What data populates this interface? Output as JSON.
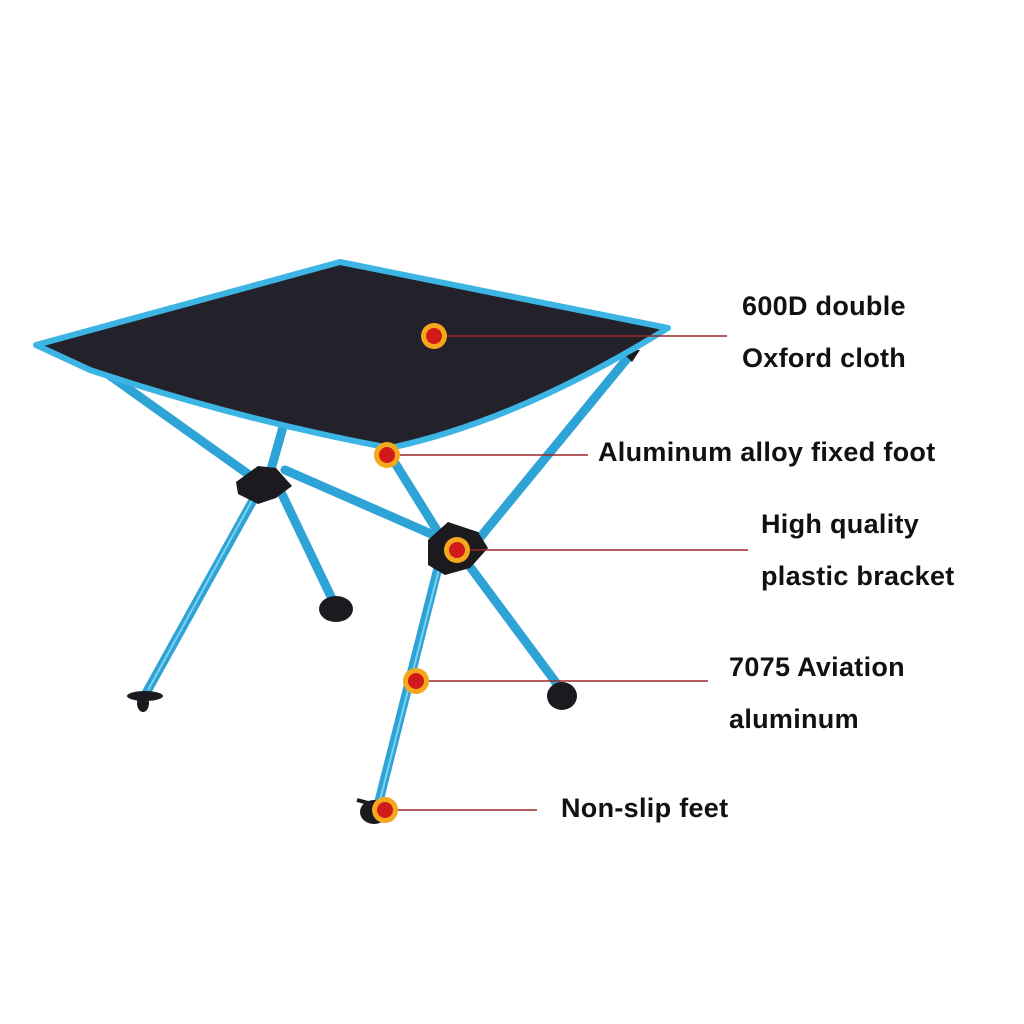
{
  "callouts": [
    {
      "id": "fabric",
      "lines": [
        "600D double",
        "Oxford cloth"
      ]
    },
    {
      "id": "fixed-foot",
      "lines": [
        "Aluminum alloy fixed foot"
      ]
    },
    {
      "id": "bracket",
      "lines": [
        "High quality",
        "plastic bracket"
      ]
    },
    {
      "id": "aluminum",
      "lines": [
        "7075 Aviation",
        "aluminum"
      ]
    },
    {
      "id": "feet",
      "lines": [
        "Non-slip feet"
      ]
    }
  ],
  "colors": {
    "frame": "#2ea3d6",
    "fabric": "#23222a",
    "marker_outer": "#f5a81c",
    "marker_inner": "#d11a1a",
    "leader": "#9a2a2a"
  }
}
